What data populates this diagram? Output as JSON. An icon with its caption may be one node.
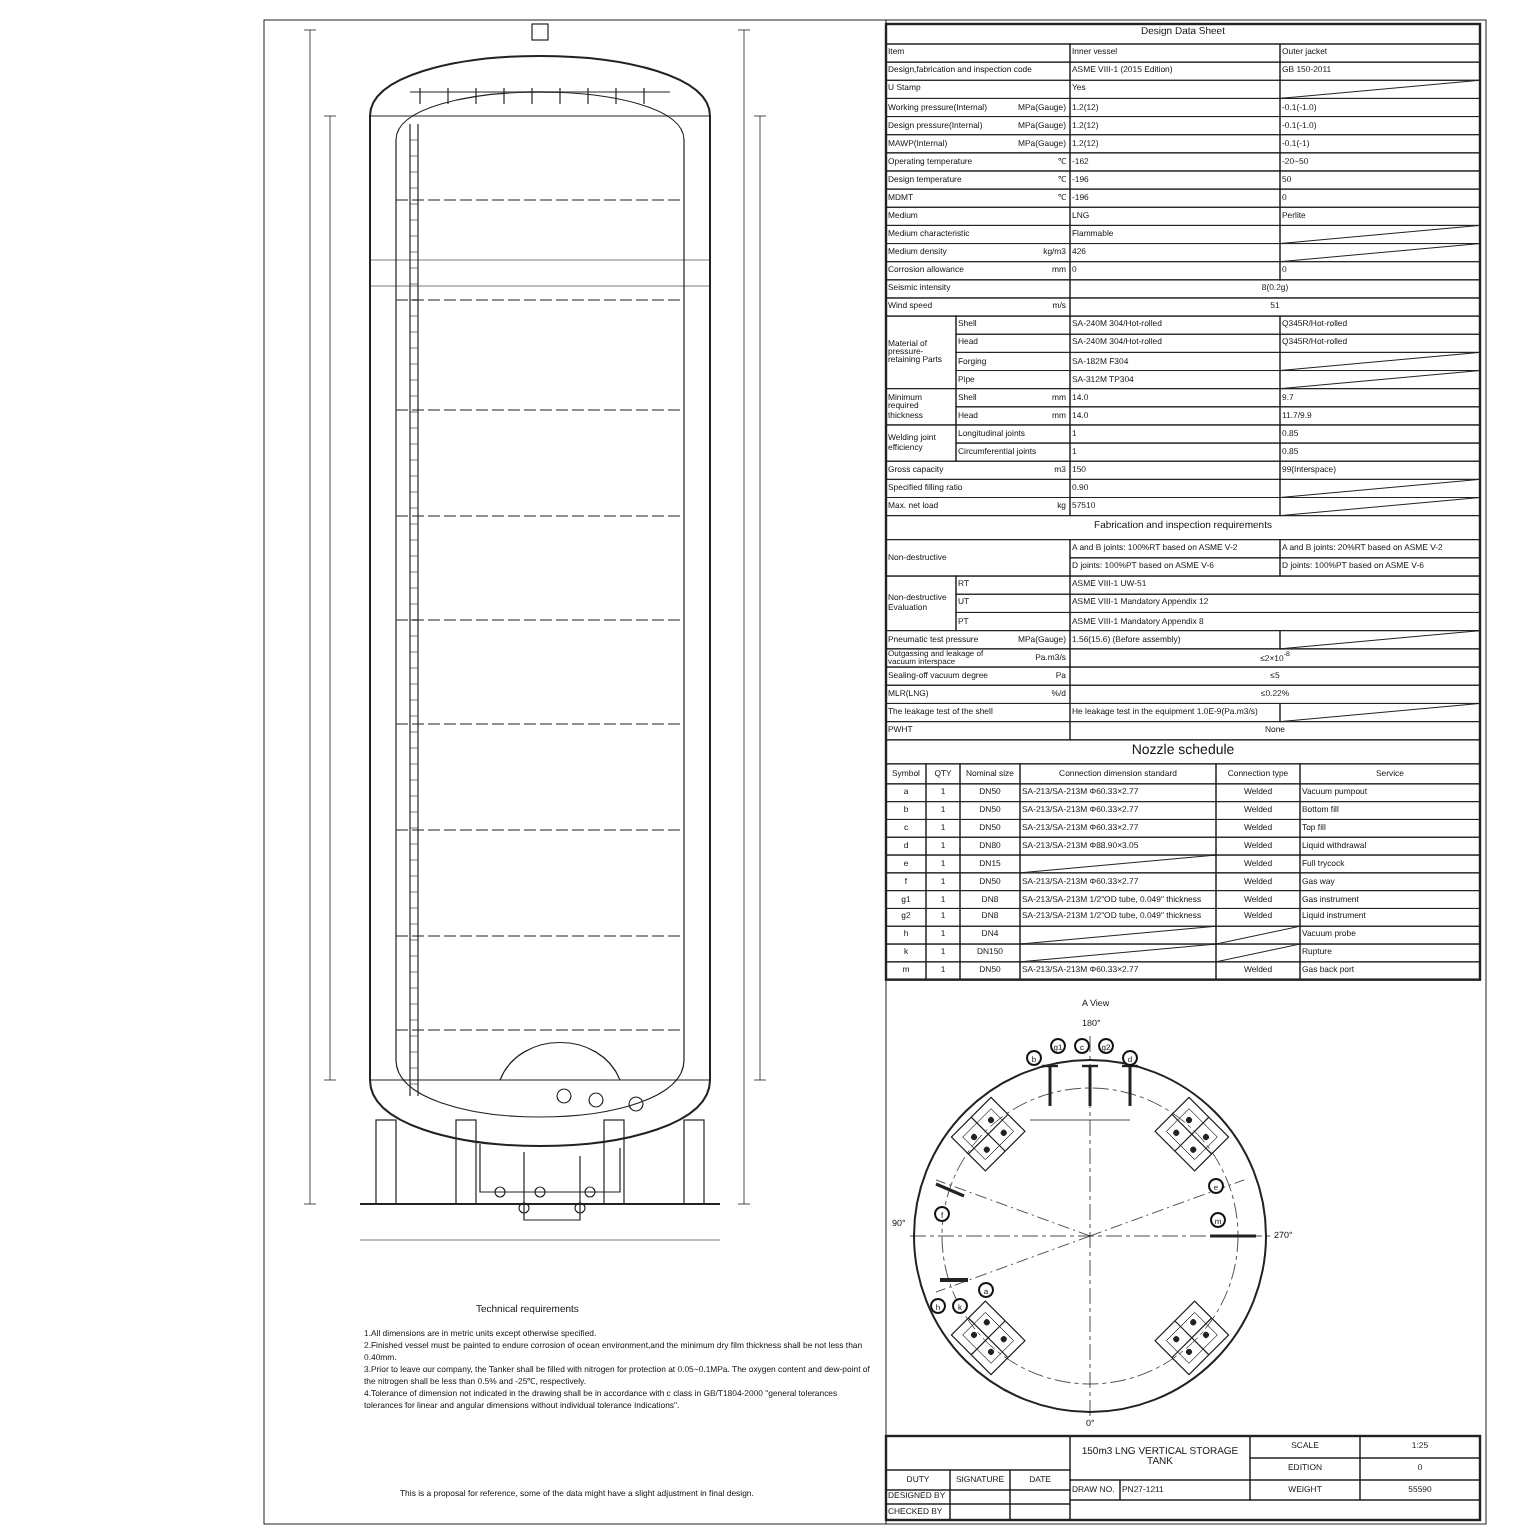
{
  "diagram": {
    "title": "Design Data Sheet",
    "labels": [
      "Item",
      "Inner vessel",
      "Outer jacket",
      "Design,fabrication and inspection code",
      "ASME VIII-1 (2015 Edition)",
      "GB 150-2011",
      "U Stamp",
      "Yes",
      "Working pressure(Internal)",
      "MPa(Gauge)",
      "1.2(12)",
      "-0.1(-1.0)",
      "Design pressure(Internal)",
      "MPa(Gauge)",
      "1.2(12)",
      "-0.1(-1.0)",
      "MAWP(Internal)",
      "MPa(Gauge)",
      "1.2(12)",
      "-0.1(-1)",
      "Operating temperature",
      "℃",
      "-162",
      "-20~50",
      "Design temperature",
      "℃",
      "-196",
      "50",
      "MDMT",
      "℃",
      "-196",
      "0",
      "Medium",
      "LNG",
      "Perlite",
      "Medium characteristic",
      "Flammable",
      "Medium density",
      "kg/m3",
      "426",
      "Corrosion allowance",
      "mm",
      "0",
      "0",
      "Seismic intensity",
      "8(0.2g)",
      "Wind speed",
      "m/s",
      "51",
      "Material of pressure-retaining Parts",
      "Shell",
      "SA-240M 304/Hot-rolled",
      "Q345R/Hot-rolled",
      "Head",
      "SA-240M 304/Hot-rolled",
      "Q345R/Hot-rolled",
      "Forging",
      "SA-182M F304",
      "Pipe",
      "SA-312M TP304",
      "Minimum required thickness",
      "Shell",
      "mm",
      "14.0",
      "9.7",
      "Head",
      "mm",
      "14.0",
      "11.7/9.9",
      "Welding joint efficiency",
      "Longitudinal joints",
      "1",
      "0.85",
      "Circumferential joints",
      "1",
      "0.85",
      "Gross capacity",
      "m3",
      "150",
      "99(Interspace)",
      "Specified filling ratio",
      "0.90",
      "Max. net load",
      "kg",
      "57510",
      "Fabrication and inspection requirements",
      "Non-destructive",
      "A and B joints: 100%RT based on ASME V-2",
      "A and B joints: 20%RT based on ASME V-2",
      "D joints: 100%PT based on ASME V-6",
      "D joints: 100%PT based on ASME V-6",
      "Non-destructive Evaluation",
      "RT",
      "ASME VIII-1 UW-51",
      "UT",
      "ASME VIII-1 Mandatory Appendix 12",
      "PT",
      "ASME VIII-1 Mandatory Appendix 8",
      "Pneumatic test pressure",
      "MPa(Gauge)",
      "1.56(15.6) (Before assembly)",
      "Outgassing and leakage of vacuum interspace",
      "Pa.m3/s",
      "≤2×10$^{-8}$",
      "Sealing-off vacuum degree",
      "Pa",
      "≤5",
      "MLR(LNG)",
      "%/d",
      "≤0.22%",
      "The leakage test of the shell",
      "He leakage test in the equipment 1.0E-9(Pa.m3/s)",
      "PWHT",
      "None",
      "Nozzle schedule",
      "Symbol",
      "QTY",
      "Nominal size",
      "Connection dimension standard",
      "Connection type",
      "Service",
      "a",
      "1",
      "DN50",
      "SA-213/SA-213M Φ60.33×2.77",
      "Welded",
      "Vacuum pumpout",
      "b",
      "1",
      "DN50",
      "SA-213/SA-213M Φ60.33×2.77",
      "Welded",
      "Bottom fill",
      "c",
      "1",
      "DN50",
      "SA-213/SA-213M Φ60.33×2.77",
      "Welded",
      "Top fill",
      "d",
      "1",
      "DN80",
      "SA-213/SA-213M Φ88.90×3.05",
      "Welded",
      "Liquid withdrawal",
      "e",
      "1",
      "DN15",
      "Welded",
      "Full trycock",
      "f",
      "1",
      "DN50",
      "SA-213/SA-213M Φ60.33×2.77",
      "Welded",
      "Gas way",
      "g1",
      "1",
      "DN8",
      "SA-213/SA-213M 1/2\"OD tube, 0.049\" thickness",
      "Welded",
      "Gas instrument",
      "g2",
      "1",
      "DN8",
      "SA-213/SA-213M 1/2\"OD tube, 0.049\" thickness",
      "Welded",
      "Liquid instrument",
      "h",
      "1",
      "DN4",
      "Vacuum probe",
      "k",
      "1",
      "DN150",
      "Rupture",
      "m",
      "1",
      "DN50",
      "SA-213/SA-213M Φ60.33×2.77",
      "Welded",
      "Gas back port",
      "150m3 LNG VERTICAL STORAGE TANK",
      "SCALE",
      "1:25",
      "EDITION",
      "0",
      "DUTY",
      "SIGNATURE",
      "DATE",
      "DRAW NO.",
      "PN27-1211",
      "WEIGHT",
      "55590",
      "DESIGNED BY",
      "CHECKED BY",
      "A View",
      "180°",
      "g1",
      "c",
      "g2",
      "b",
      "d",
      "e",
      "f",
      "90°",
      "m",
      "270°",
      "a",
      "h",
      "k",
      "0°",
      "Technical requirements",
      "1.All dimensions are in metric units except otherwise specified.",
      "2.Finished vessel must be painted to endure corrosion of ocean environment,and the minimum dry film thickness shall be not less than 0.40mm.",
      "3.Prior to leave our company, the Tanker shall be filled with nitrogen for protection at 0.05~0.1MPa. The oxygen content and dew-point of the nitrogen shall be less than 0.5% and -25℃, respectively.",
      "4.Tolerance of dimension not indicated in the drawing shall be in accordance with c class in GB/T1804-2000 \"general tolerances  tolerances for linear and angular dimensions without individual tolerance Indications\".",
      "This is a proposal for reference, some of the data might have a slight adjustment in final design."
    ]
  }
}
